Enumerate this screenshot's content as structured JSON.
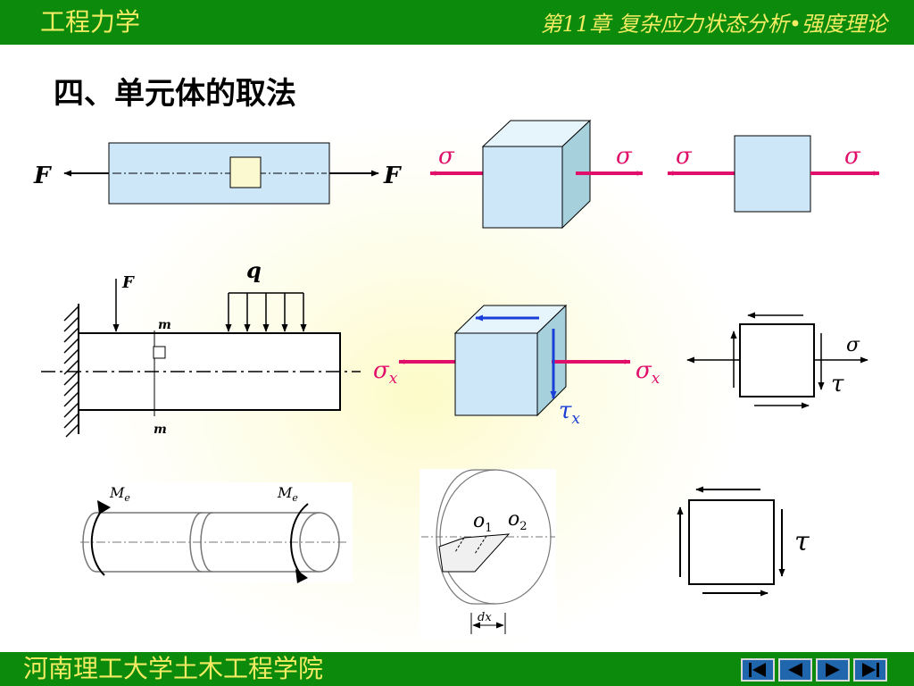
{
  "header": {
    "course_title": "工程力学",
    "chapter_title": "第11章  复杂应力状态分析•强度理论"
  },
  "section_heading": "四、单元体的取法",
  "labels": {
    "force": "F",
    "sigma": "σ",
    "sigma_x_base": "σ",
    "sigma_x_sub": "x",
    "tau": "τ",
    "tau_x_base": "τ",
    "tau_x_sub": "x",
    "distributed_load": "q",
    "section_mark": "m",
    "torque_base": "M",
    "torque_sub": "e",
    "center_point_1_base": "o",
    "center_point_1_sub": "1",
    "center_point_2_base": "o",
    "center_point_2_sub": "2",
    "slice_width": "dx"
  },
  "footer": {
    "institution": "河南理工大学土木工程学院",
    "nav": [
      {
        "name": "first-slide-button",
        "icon": "skip-first-icon"
      },
      {
        "name": "prev-slide-button",
        "icon": "arrow-left-icon"
      },
      {
        "name": "next-slide-button",
        "icon": "arrow-right-icon"
      },
      {
        "name": "last-slide-button",
        "icon": "skip-last-icon"
      }
    ]
  },
  "colors": {
    "bar_green": "#0b8a0b",
    "title_yellow": "#f3ec63",
    "stress_arrow_pink": "#e0106a",
    "shear_arrow_blue": "#1a3fd8",
    "element_fill": "#cde6f8",
    "nav_blue": "#1f66ad"
  }
}
